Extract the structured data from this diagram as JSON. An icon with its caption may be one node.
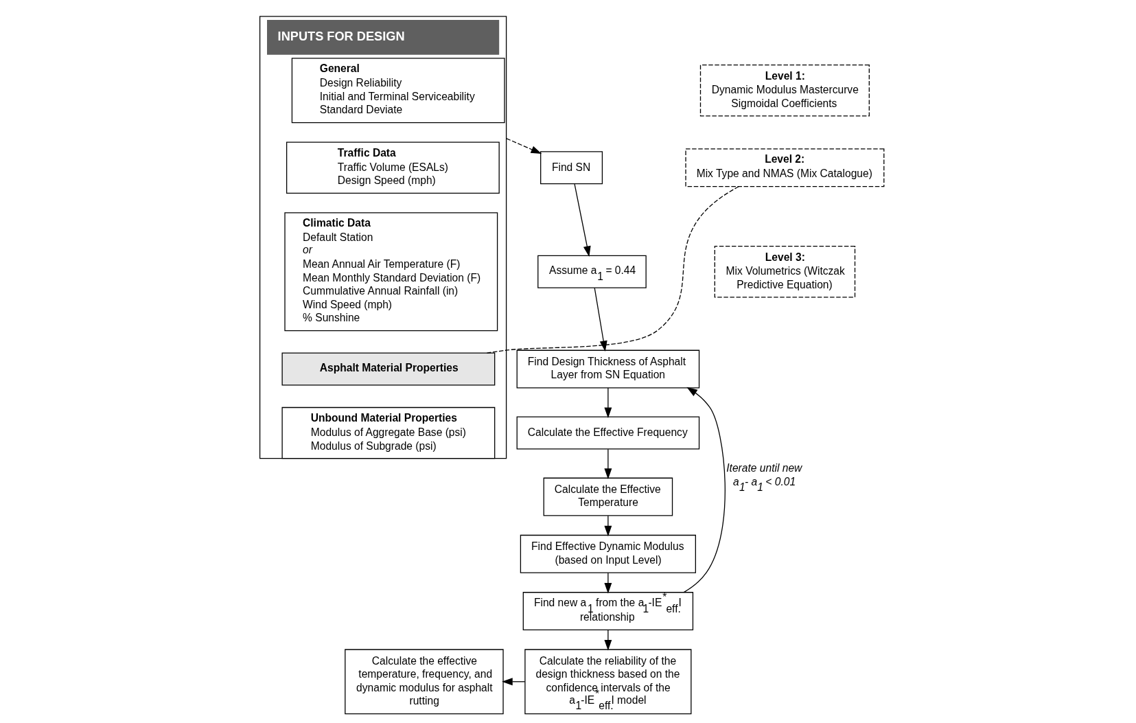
{
  "diagram": {
    "nodes": [
      {
        "text": [
          "Level 1:",
          "Dynamic Modulus Mastercurve Sigmoidal Coefficients"
        ]
      },
      {
        "text": [
          "Level 2:",
          "Mix Type and NMAS (Mix Catalogue)"
        ]
      },
      {
        "text": [
          "Level 3:",
          "Mix Volumetrics (Witczak Predictive Equation)"
        ]
      },
      {
        "text": [
          "INPUTS FOR DESIGN"
        ]
      },
      {
        "text": [
          "General",
          "Design Reliability",
          "Initial and Terminal Serviceability",
          "Standard Deviate"
        ],
        "in": 3
      },
      {
        "text": [
          "Traffic Data",
          "Traffic Volume (ESALs)",
          "Design Speed (mph)"
        ],
        "in": 3
      },
      {
        "text": [
          "Climatic Data",
          "Default Station",
          "or",
          "Mean Annual Air Temperature (F)",
          "Mean Monthly Standard Deviation (F)",
          "Cummulative Annual Rainfall (in)",
          "Wind Speed (mph)",
          "% Sunshine"
        ],
        "in": 3
      },
      {
        "text": [
          "Asphalt Material Properties"
        ],
        "in": 3
      },
      {
        "text": [
          "Unbound Material Properties",
          "Modulus of Aggregate Base (psi)",
          "Modulus of Subgrade (psi)"
        ],
        "in": 3
      },
      {
        "text": [
          "Find SN"
        ]
      },
      {
        "text": [
          "Assume a$_{1}$ = 0.44"
        ]
      },
      {
        "text": [
          "Find Design Thickness of Asphalt Layer from SN Equation"
        ]
      },
      {
        "text": [
          "Calculate the Effective Frequency"
        ]
      },
      {
        "text": [
          "Calculate the Effective Temperature"
        ]
      },
      {
        "text": [
          "Find Effective Dynamic Modulus (based on Input Level)"
        ]
      },
      {
        "text": [
          "Find new a$_{1}$ from the a$_{1}$-IE$^{*}$$_{eff.}$I relationship"
        ]
      },
      {
        "text": [
          "Calculate the reliability of the design thickness based on the confidence intervals of the a$_{1}$-IE$^{*}$$_{eff.}$I model"
        ]
      },
      {
        "text": [
          "Calculate the effective temperature, frequency, and dynamic modulus for asphalt rutting"
        ]
      }
    ],
    "edges": [
      {
        "from": 3,
        "to": 9,
        "arrow": "to",
        "style": "dashed"
      },
      {
        "from": 9,
        "to": 10,
        "arrow": "to"
      },
      {
        "from": 10,
        "to": 11,
        "arrow": "to"
      },
      {
        "from": 11,
        "to": 12,
        "arrow": "to"
      },
      {
        "from": 12,
        "to": 13,
        "arrow": "to"
      },
      {
        "from": 13,
        "to": 14,
        "arrow": "to"
      },
      {
        "from": 14,
        "to": 15,
        "arrow": "to"
      },
      {
        "from": 15,
        "to": 11,
        "arrow": "to",
        "label": "Iterate until new a$_{1}$- a$_{1}$ < 0.01"
      },
      {
        "from": 15,
        "to": 16,
        "arrow": "to"
      },
      {
        "from": 16,
        "to": 17,
        "arrow": "to"
      },
      {
        "from": 1,
        "to": 7,
        "arrow": "none",
        "style": "dashed"
      }
    ]
  }
}
